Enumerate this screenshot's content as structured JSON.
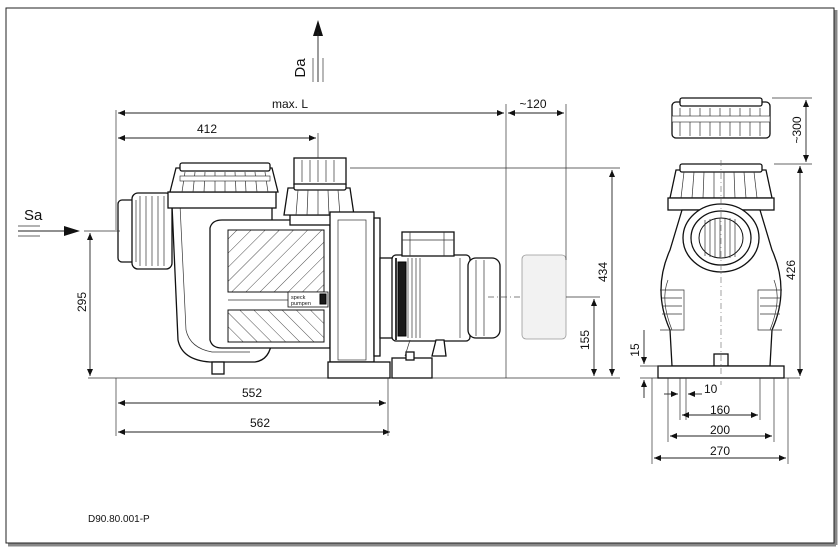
{
  "drawing": {
    "code": "D90.80.001-P",
    "labels": {
      "suction": "Sa",
      "discharge": "Da"
    },
    "brand_plate": [
      "speck",
      "pumpen"
    ],
    "dimensions": {
      "max_length": "max. L",
      "motor_clearance": "~120",
      "inlet_to_outlet": "412",
      "inlet_height": "295",
      "total_height_side": "434",
      "motor_axis_height": "155",
      "base_length": "552",
      "overall_length": "562",
      "lid_clearance": "~300",
      "total_height_front": "426",
      "foot_height": "15",
      "foot_slot": "10",
      "hole_spacing": "160",
      "foot_spacing": "200",
      "base_width": "270"
    }
  }
}
